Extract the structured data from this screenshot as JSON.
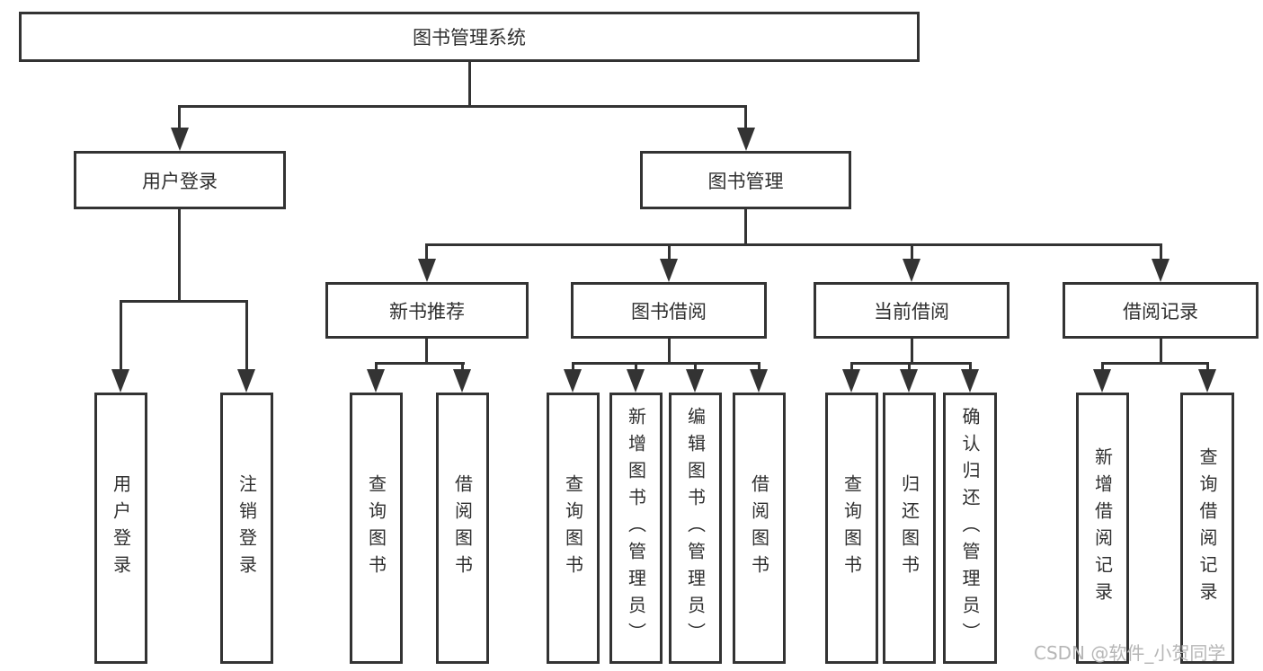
{
  "diagram": {
    "root": "图书管理系统",
    "level2": [
      "用户登录",
      "图书管理"
    ],
    "level3": [
      "新书推荐",
      "图书借阅",
      "当前借阅",
      "借阅记录"
    ],
    "leaves": [
      "用户登录",
      "注销登录",
      "查询图书",
      "借阅图书",
      "查询图书",
      "新增图书（管理员）",
      "编辑图书（管理员）",
      "借阅图书",
      "查询图书",
      "归还图书",
      "确认归还（管理员）",
      "新增借阅记录",
      "查询借阅记录"
    ]
  },
  "watermark": "CSDN @软件_小贺同学",
  "colors": {
    "line": "#333333",
    "box_background": "#ffffff",
    "text": "#2f2f2f",
    "watermark": "#b6b6b6"
  }
}
